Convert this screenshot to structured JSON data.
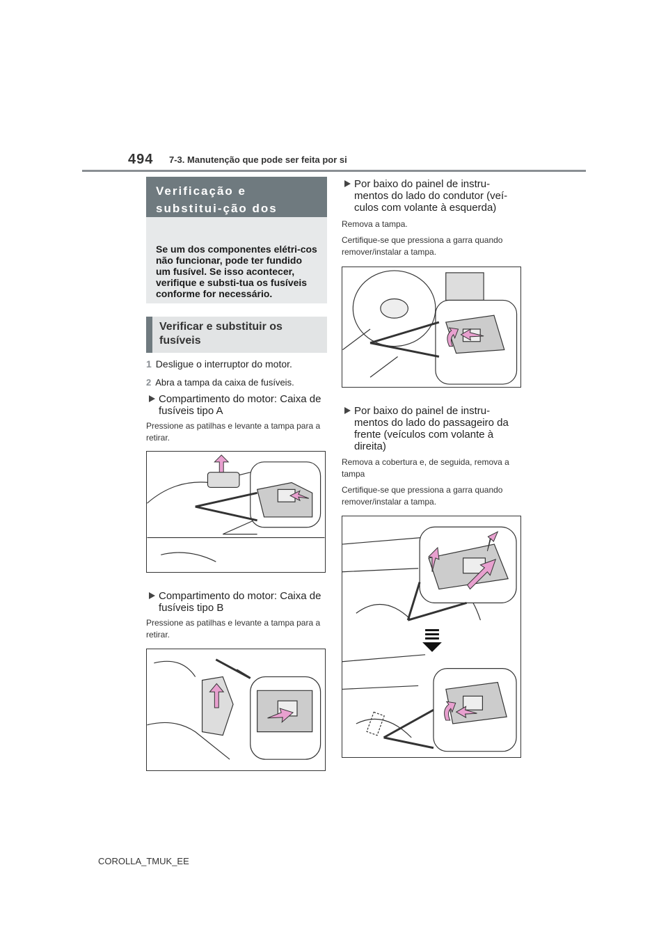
{
  "header": {
    "page_number": "494",
    "section_title": "7-3. Manutenção que pode ser feita por si"
  },
  "left": {
    "main_heading": "Verificação e substitui-ção dos fusíveis",
    "intro": "Se um dos componentes elétri-cos não funcionar, pode ter fundido um fusível. Se isso acontecer, verifique e substi-tua os fusíveis conforme for necessário.",
    "sub_heading": "Verificar e substituir os fusíveis",
    "steps": [
      {
        "num": "1",
        "text": "Desligue o interruptor do motor."
      },
      {
        "num": "2",
        "text": "Abra a tampa da caixa de fusíveis."
      }
    ],
    "items": [
      {
        "title": "Compartimento do motor: Caixa de fusíveis tipo A",
        "note": "Pressione as patilhas e levante a tampa para a retirar."
      },
      {
        "title": "Compartimento do motor: Caixa de fusíveis tipo B",
        "note": "Pressione as patilhas e levante a tampa para a retirar."
      }
    ]
  },
  "right": {
    "items": [
      {
        "title": "Por baixo do painel de instru-mentos do lado do condutor (veí-culos com volante à esquerda)",
        "notes": [
          "Remova a tampa.",
          "Certifique-se que pressiona a garra quando remover/instalar a tampa."
        ]
      },
      {
        "title": "Por baixo do painel de instru-mentos do lado do passageiro da frente (veículos com volante à direita)",
        "notes": [
          "Remova a cobertura e, de seguida, remova a tampa",
          "Certifique-se que pressiona a garra quando remover/instalar a tampa."
        ]
      }
    ]
  },
  "footer": {
    "doc_code": "COROLLA_TMUK_EE"
  },
  "colors": {
    "heading_bg": "#6f7a7f",
    "box_bg": "#e7e9ea",
    "arrow": "#e8a0cf"
  }
}
